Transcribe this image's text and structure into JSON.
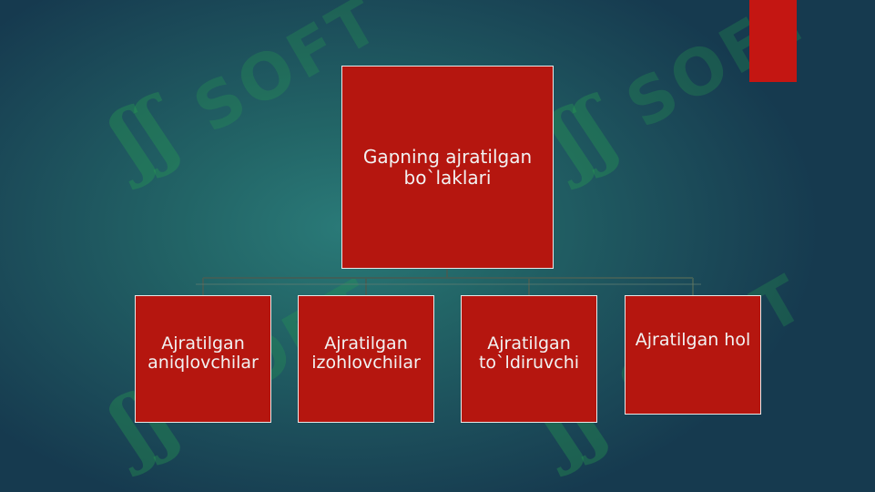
{
  "diagram": {
    "root": {
      "label": "Gapning ajratilgan bo`laklari"
    },
    "children": [
      {
        "label": "Ajratilgan aniqlovchilar"
      },
      {
        "label": "Ajratilgan izohlovchilar"
      },
      {
        "label": "Ajratilgan to`ldiruvchi"
      },
      {
        "label": "Ajratilgan hol"
      }
    ]
  },
  "watermark": {
    "text": "SOFT"
  },
  "colors": {
    "box_fill": "#b5160f",
    "box_border": "#e8e8e8",
    "connector": "#3f5f58",
    "accent": "#c41612"
  }
}
